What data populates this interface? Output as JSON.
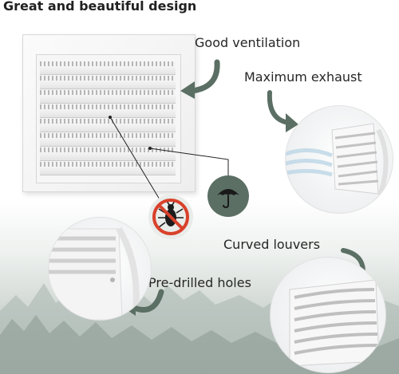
{
  "header": {
    "title": "Great and beautiful design"
  },
  "captions": {
    "ventilation": "Good ventilation",
    "exhaust": "Maximum exhaust",
    "louvers": "Curved louvers",
    "holes": "Pre-drilled holes"
  },
  "icons": {
    "no_insects": "no-insects-icon",
    "umbrella": "umbrella-icon",
    "arrow": "curved-arrow-icon"
  },
  "colors": {
    "accent_green": "#5b6f64",
    "prohibition_red": "#d9412b",
    "text": "#262626"
  }
}
